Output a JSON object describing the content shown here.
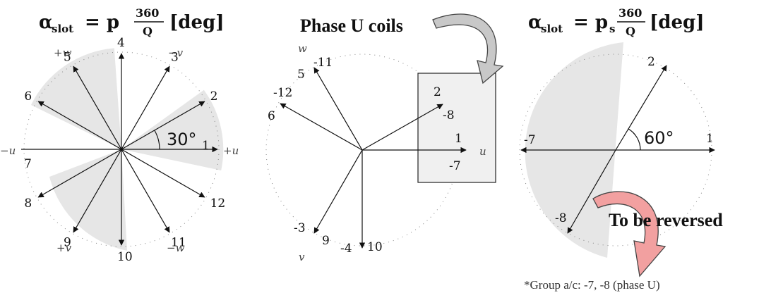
{
  "colors": {
    "sector_fill": "#e6e6e6",
    "arrow_stroke": "#111111",
    "gray_arrow_fill": "#c8c8c8",
    "pink_arrow_fill": "#f2a0a0",
    "coil_box_fill": "#f0f0f0"
  },
  "left_panel": {
    "formula_main": "α",
    "formula_sub": "slot",
    "formula_rest": "= p",
    "frac_num": "360",
    "frac_den": "Q",
    "formula_unit": "[deg]",
    "angle_label": "30°",
    "phase_labels": [
      "+w",
      "−v",
      "−u",
      "+u",
      "+v",
      "−w"
    ],
    "slots": [
      {
        "label": "1",
        "angle_deg": 0
      },
      {
        "label": "2",
        "angle_deg": 30
      },
      {
        "label": "3",
        "angle_deg": 60
      },
      {
        "label": "4",
        "angle_deg": 90
      },
      {
        "label": "5",
        "angle_deg": 120
      },
      {
        "label": "6",
        "angle_deg": 150
      },
      {
        "label": "7",
        "angle_deg": 180
      },
      {
        "label": "8",
        "angle_deg": 210
      },
      {
        "label": "9",
        "angle_deg": 240
      },
      {
        "label": "10",
        "angle_deg": 270
      },
      {
        "label": "11",
        "angle_deg": 300
      },
      {
        "label": "12",
        "angle_deg": 330
      }
    ]
  },
  "middle_panel": {
    "title": "Phase U coils",
    "phase_labels": [
      "w",
      "u",
      "v"
    ],
    "coil_labels": [
      "2",
      "-8",
      "1",
      "-7"
    ],
    "other_labels": [
      "-11",
      "5",
      "-12",
      "6",
      "-3",
      "9",
      "-4",
      "10"
    ]
  },
  "right_panel": {
    "formula_main": "α",
    "formula_sub": "slot",
    "formula_rest": "= p",
    "formula_rest_sub": "s",
    "frac_num": "360",
    "frac_den": "Q",
    "formula_unit": "[deg]",
    "angle_label": "60°",
    "vector_labels": [
      "2",
      "-7",
      "1",
      "-8"
    ],
    "callout": "To be reversed",
    "note": "*Group a/c: -7, -8 (phase U)"
  }
}
